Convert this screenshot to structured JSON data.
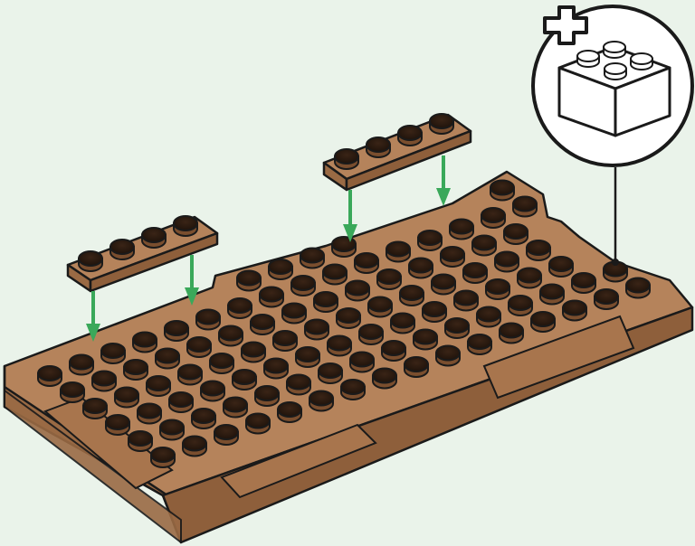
{
  "scene": {
    "background": "#eaf3ea",
    "brick_color": "#b07d55",
    "brick_shadow": "#8a5c38",
    "outline_color": "#1a1a1a",
    "arrow_color": "#3aa85a",
    "callout_icon": "plus-icon",
    "callout_part": "2x2-brick-icon",
    "parts": [
      {
        "name": "1x4-plate-left",
        "count": 1
      },
      {
        "name": "1x4-plate-right",
        "count": 1
      }
    ]
  }
}
